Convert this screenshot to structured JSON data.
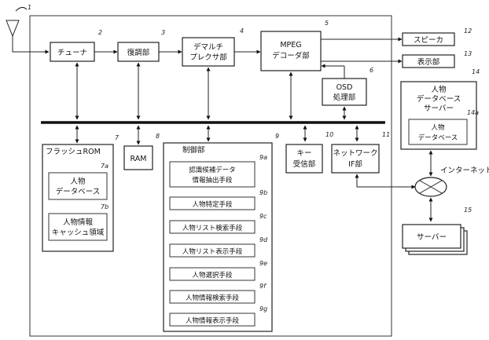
{
  "blocks": {
    "tuner": {
      "label": "チューナ",
      "ref": "2"
    },
    "demod": {
      "label": "復調部",
      "ref": "3"
    },
    "demux": {
      "line1": "デマルチ",
      "line2": "プレクサ部",
      "ref": "4"
    },
    "mpeg": {
      "line1": "MPEG",
      "line2": "デコーダ部",
      "ref": "5"
    },
    "speaker": {
      "label": "スピーカ",
      "ref": "12"
    },
    "display": {
      "label": "表示部",
      "ref": "13"
    },
    "osd": {
      "line1": "OSD",
      "line2": "処理部",
      "ref": "6"
    },
    "flash": {
      "label": "フラッシュROM",
      "ref": "7"
    },
    "flash_db": {
      "line1": "人物",
      "line2": "データベース",
      "ref": "7a"
    },
    "flash_cache": {
      "line1": "人物情報",
      "line2": "キャッシュ領域",
      "ref": "7b"
    },
    "ram": {
      "label": "RAM",
      "ref": "8"
    },
    "control": {
      "label": "制御部",
      "ref": "9"
    },
    "key": {
      "line1": "キー",
      "line2": "受信部",
      "ref": "10"
    },
    "net_if": {
      "line1": "ネットワーク",
      "line2": "IF部",
      "ref": "11"
    },
    "person_server": {
      "line1": "人物",
      "line2": "データベース",
      "line3": "サーバー",
      "ref": "14"
    },
    "person_server_db": {
      "line1": "人物",
      "line2": "データベース",
      "ref": "14a"
    },
    "internet": {
      "label": "インターネット"
    },
    "servers": {
      "label": "サーバー",
      "ref": "15"
    },
    "antenna_ref": "1"
  },
  "control_units": [
    {
      "line1": "認識候補データ",
      "line2": "情報抽出手段",
      "ref": "9a"
    },
    {
      "line1": "人物特定手段",
      "ref": "9b"
    },
    {
      "line1": "人物リスト検索手段",
      "ref": "9c"
    },
    {
      "line1": "人物リスト表示手段",
      "ref": "9d"
    },
    {
      "line1": "人物選択手段",
      "ref": "9e"
    },
    {
      "line1": "人物情報検索手段",
      "ref": "9f"
    },
    {
      "line1": "人物情報表示手段",
      "ref": "9g"
    }
  ]
}
